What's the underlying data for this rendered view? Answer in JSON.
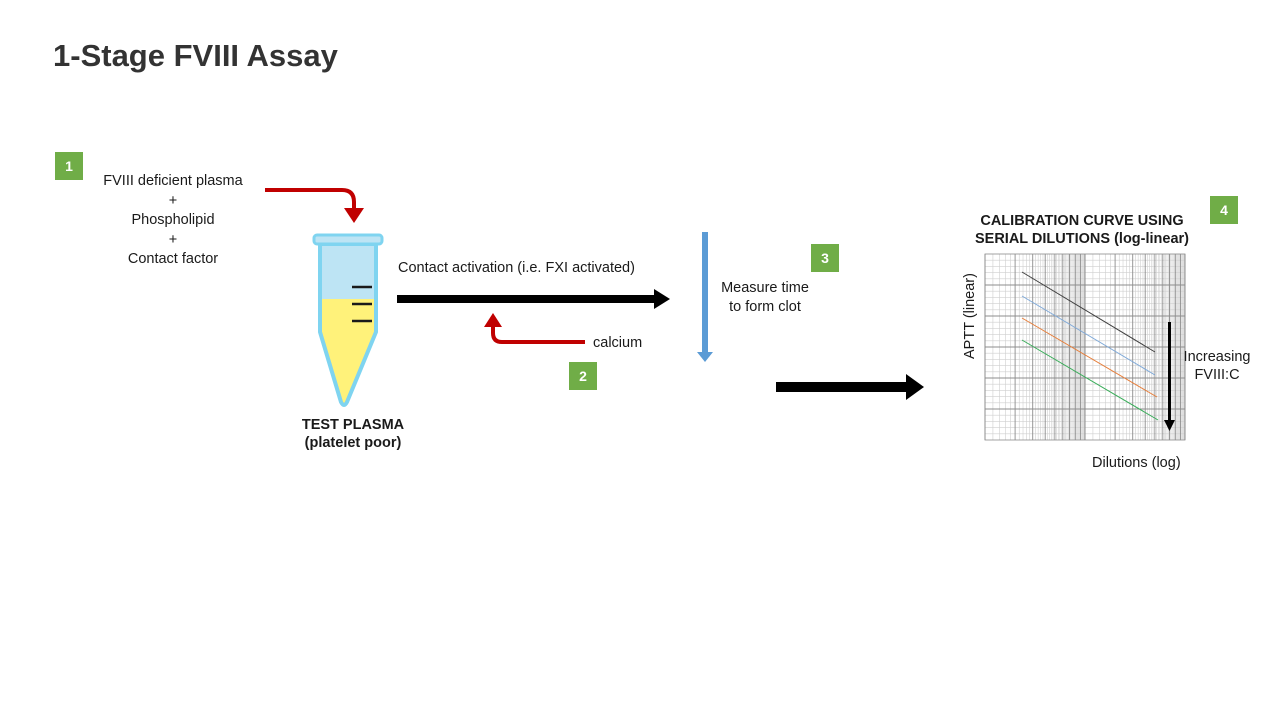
{
  "title": "1-Stage FVIII Assay",
  "colors": {
    "badge": "#70ad47",
    "red_arrow": "#c00000",
    "blue_arrow": "#5b9bd5",
    "tube_outline": "#7fd4f0",
    "tube_blue_fill": "#bde4f4",
    "tube_yellow_fill": "#fff27a"
  },
  "steps": {
    "s1": "1",
    "s2": "2",
    "s3": "3",
    "s4": "4"
  },
  "reagents": {
    "line1": "FVIII  deficient plasma",
    "plus1": "+",
    "line2": "Phospholipid",
    "plus2": "+",
    "line3": "Contact factor"
  },
  "test_plasma": {
    "line1": "TEST PLASMA",
    "line2": "(platelet poor)"
  },
  "contact_activation": "Contact activation (i.e. FXI activated)",
  "calcium": "calcium",
  "measure": {
    "line1": "Measure time",
    "line2": "to form clot"
  },
  "calibration": {
    "line1": "CALIBRATION CURVE USING",
    "line2": "SERIAL DILUTIONS (log-linear)"
  },
  "axis": {
    "y": "APTT (linear)",
    "x": "Dilutions (log)"
  },
  "increasing": {
    "line1": "Increasing",
    "line2": "FVIII:C"
  },
  "icons": {
    "tube": "test-tube-icon",
    "curve": "calibration-graph-icon"
  }
}
